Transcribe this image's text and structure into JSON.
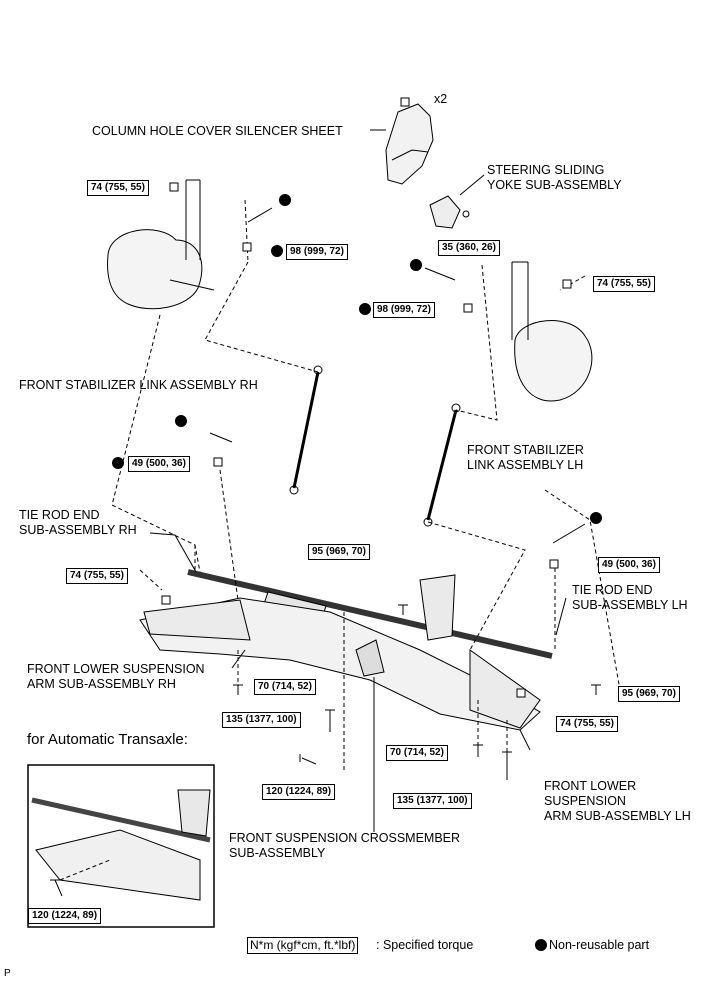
{
  "labels": {
    "column_hole_cover": "COLUMN HOLE COVER SILENCER SHEET",
    "x2": "x2",
    "steering_yoke_1": "STEERING SLIDING",
    "steering_yoke_2": "YOKE SUB-ASSEMBLY",
    "stab_link_rh": "FRONT STABILIZER LINK ASSEMBLY RH",
    "stab_link_lh_1": "FRONT STABILIZER",
    "stab_link_lh_2": "LINK ASSEMBLY LH",
    "tie_rod_rh_1": "TIE ROD END",
    "tie_rod_rh_2": "SUB-ASSEMBLY RH",
    "tie_rod_lh_1": "TIE ROD END",
    "tie_rod_lh_2": "SUB-ASSEMBLY LH",
    "lower_arm_rh_1": "FRONT LOWER SUSPENSION",
    "lower_arm_rh_2": "ARM SUB-ASSEMBLY RH",
    "lower_arm_lh_1": "FRONT LOWER",
    "lower_arm_lh_2": "SUSPENSION",
    "lower_arm_lh_3": "ARM SUB-ASSEMBLY LH",
    "crossmember_1": "FRONT SUSPENSION CROSSMEMBER",
    "crossmember_2": "SUB-ASSEMBLY",
    "auto_transaxle": "for Automatic Transaxle:",
    "page_marker": "P"
  },
  "torques": {
    "t1": "74 (755, 55)",
    "t2": "98 (999, 72)",
    "t3": "35 (360, 26)",
    "t4": "74 (755, 55)",
    "t5": "98 (999, 72)",
    "t6": "49 (500, 36)",
    "t7": "95 (969, 70)",
    "t8": "49 (500, 36)",
    "t9": "74 (755, 55)",
    "t10": "70 (714, 52)",
    "t11": "95 (969, 70)",
    "t12": "135 (1377, 100)",
    "t13": "74 (755, 55)",
    "t14": "70 (714, 52)",
    "t15": "120 (1224, 89)",
    "t16": "135 (1377, 100)",
    "t17": "120 (1224, 89)"
  },
  "legend": {
    "torque_box": "N*m (kgf*cm, ft.*lbf)",
    "torque_text": ": Specified torque",
    "nonreusable_text": "Non-reusable part"
  }
}
